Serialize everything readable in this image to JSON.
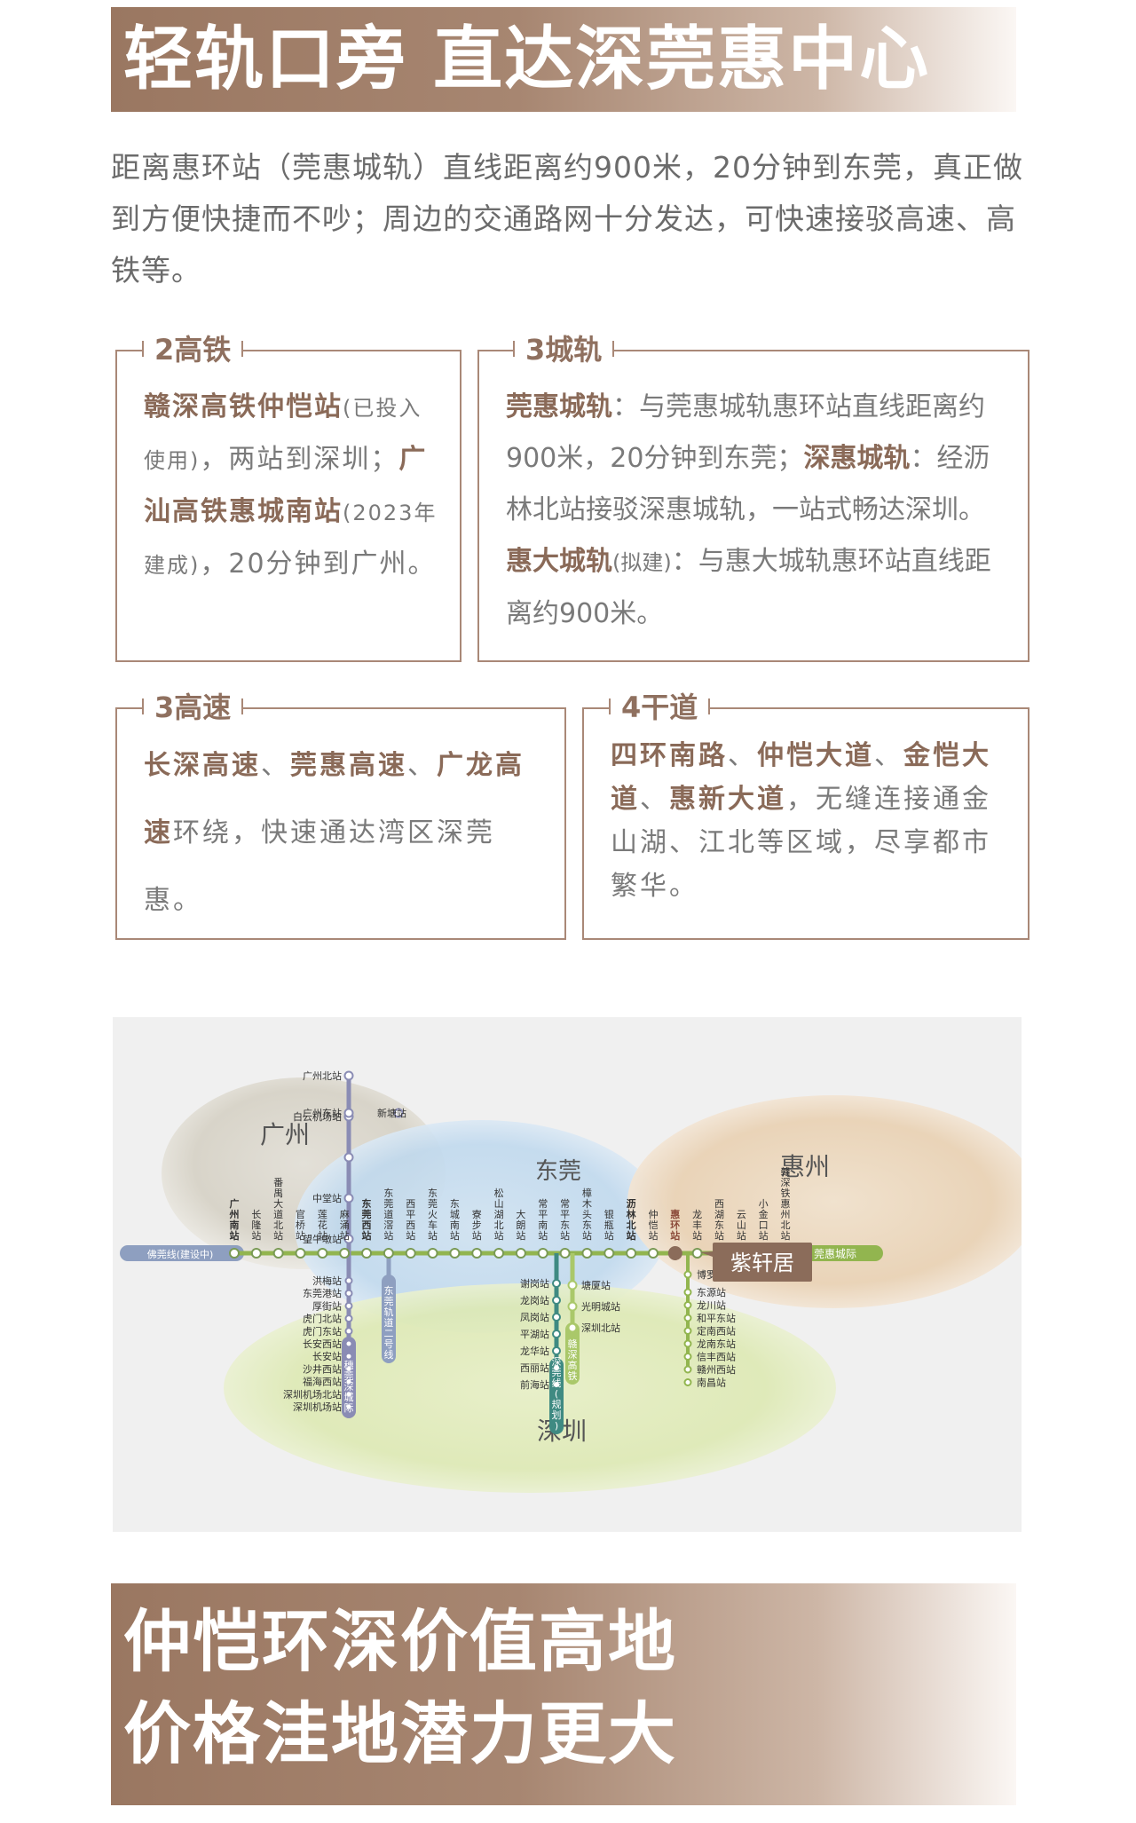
{
  "header_banner": {
    "title": "轻轨口旁  直达深莞惠中心"
  },
  "intro": {
    "text": "距离惠环站（莞惠城轨）直线距离约900米，20分钟到东莞，真正做到方便快捷而不吵；周边的交通路网十分发达，可快速接驳高速、高铁等。"
  },
  "cards": {
    "high_speed_rail": {
      "title": "2高铁",
      "p1": "赣深高铁仲恺站",
      "p2": "(已投入使用)",
      "p3": "，两站到深圳；",
      "p4": "广汕高铁惠城南站",
      "p5": "(2023年建成)",
      "p6": "，20分钟到广州。"
    },
    "intercity_rail": {
      "title": "3城轨",
      "p1": "莞惠城轨",
      "p2": "：与莞惠城轨惠环站直线距离约900米，20分钟到东莞；",
      "p3": "深惠城轨",
      "p4": "：经沥林北站接驳深惠城轨，一站式畅达深圳。",
      "p5": "惠大城轨",
      "p6": "(拟建)",
      "p7": "：与惠大城轨惠环站直线距离约900米。"
    },
    "expressways": {
      "title": "3高速",
      "p1": "长深高速",
      "p2": "、",
      "p3": "莞惠高速",
      "p4": "、",
      "p5": "广龙高速",
      "p6": "环绕，快速通达湾区深莞惠。"
    },
    "trunk_roads": {
      "title": "4干道",
      "p1": "四环南路",
      "p2": "、",
      "p3": "仲恺大道",
      "p4": "、",
      "p5": "金恺大道",
      "p6": "、",
      "p7": "惠新大道",
      "p8": "，无缝连接通金山湖、江北等区域，尽享都市繁华。"
    }
  },
  "map": {
    "regions": {
      "guangzhou": "广州",
      "dongguan": "东莞",
      "huizhou": "惠州",
      "shenzhen": "深圳"
    },
    "labels": {
      "foguan": "佛莞线(建设中)",
      "guanhui_intercity": "莞惠城际",
      "suiguan_shen": "穗莞深城际",
      "dongguan_line2": "东莞轨道二号线",
      "shenguan": "深莞线(规划)",
      "ganshen": "赣深高铁",
      "project": "紫轩居"
    },
    "main_stations": [
      "广州南站",
      "长隆站",
      "番禺大道北站",
      "官桥站",
      "莲花站",
      "麻涌站",
      "东莞西站",
      "东莞道滘站",
      "西平西站",
      "东莞火车站",
      "东城南站",
      "寮步站",
      "松山湖北站",
      "大朗站",
      "常平南站",
      "常平东站",
      "樟木头东站",
      "银瓶站",
      "沥林北站",
      "仲恺站",
      "惠环站",
      "龙丰站",
      "西湖东站",
      "云山站",
      "小金口站",
      "赣深铁惠州北站"
    ],
    "suiguan_north": [
      "广州北站",
      "白云机场站",
      "新塘站",
      "中堂站",
      "望牛墩站"
    ],
    "suiguan_south": [
      "洪梅站",
      "东莞港站",
      "厚街站",
      "虎门北站",
      "虎门东站",
      "长安西站",
      "长安站",
      "沙井西站",
      "福海西站",
      "深圳机场北站",
      "深圳机场站"
    ],
    "guangzhou_east": "广州东站",
    "shenguan_stations": [
      "谢岗站",
      "龙岗站",
      "凤岗站",
      "平湖站",
      "龙华站",
      "西丽站",
      "前海站"
    ],
    "ganshen_stations": [
      "塘厦站",
      "光明城站",
      "深圳北站"
    ],
    "huizhou_branch": [
      "博罗北站",
      "东源站",
      "龙川站",
      "和平东站",
      "定南西站",
      "龙南东站",
      "信丰西站",
      "赣州西站",
      "南昌站"
    ]
  },
  "footer_banner": {
    "line1": "仲恺环深价值高地",
    "line2": "价格洼地潜力更大"
  },
  "colors": {
    "banner": "#9a7761",
    "card_border": "#a98877",
    "main_line": "#92b54f",
    "foguan": "#8e9fc0",
    "suiguan": "#8a8cb4",
    "shenguan": "#3f8a82",
    "ganshen": "#aac86a"
  }
}
